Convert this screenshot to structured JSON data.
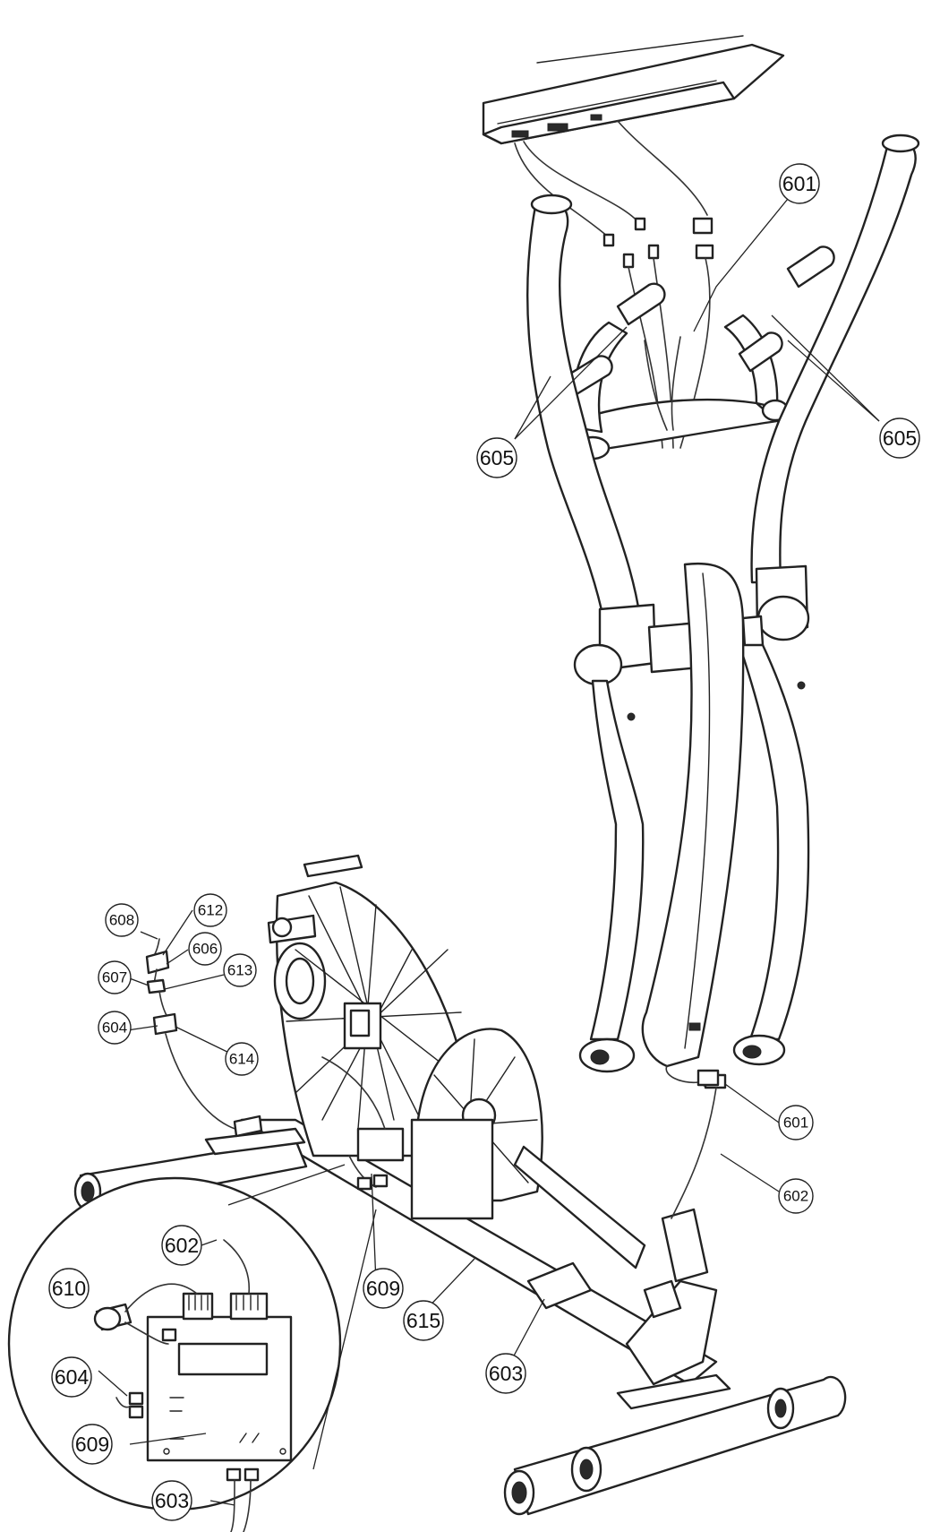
{
  "callouts": {
    "c601_top": "601",
    "c605_left": "605",
    "c605_right": "605",
    "c601_low": "601",
    "c602_right": "602",
    "c608": "608",
    "c612": "612",
    "c606": "606",
    "c607": "607",
    "c613": "613",
    "c604_top": "604",
    "c614": "614",
    "c609_mid": "609",
    "c615": "615",
    "c603_mid": "603",
    "c602_inset": "602",
    "c610": "610",
    "c604_inset": "604",
    "c609_inset": "609",
    "c603_inset": "603"
  }
}
